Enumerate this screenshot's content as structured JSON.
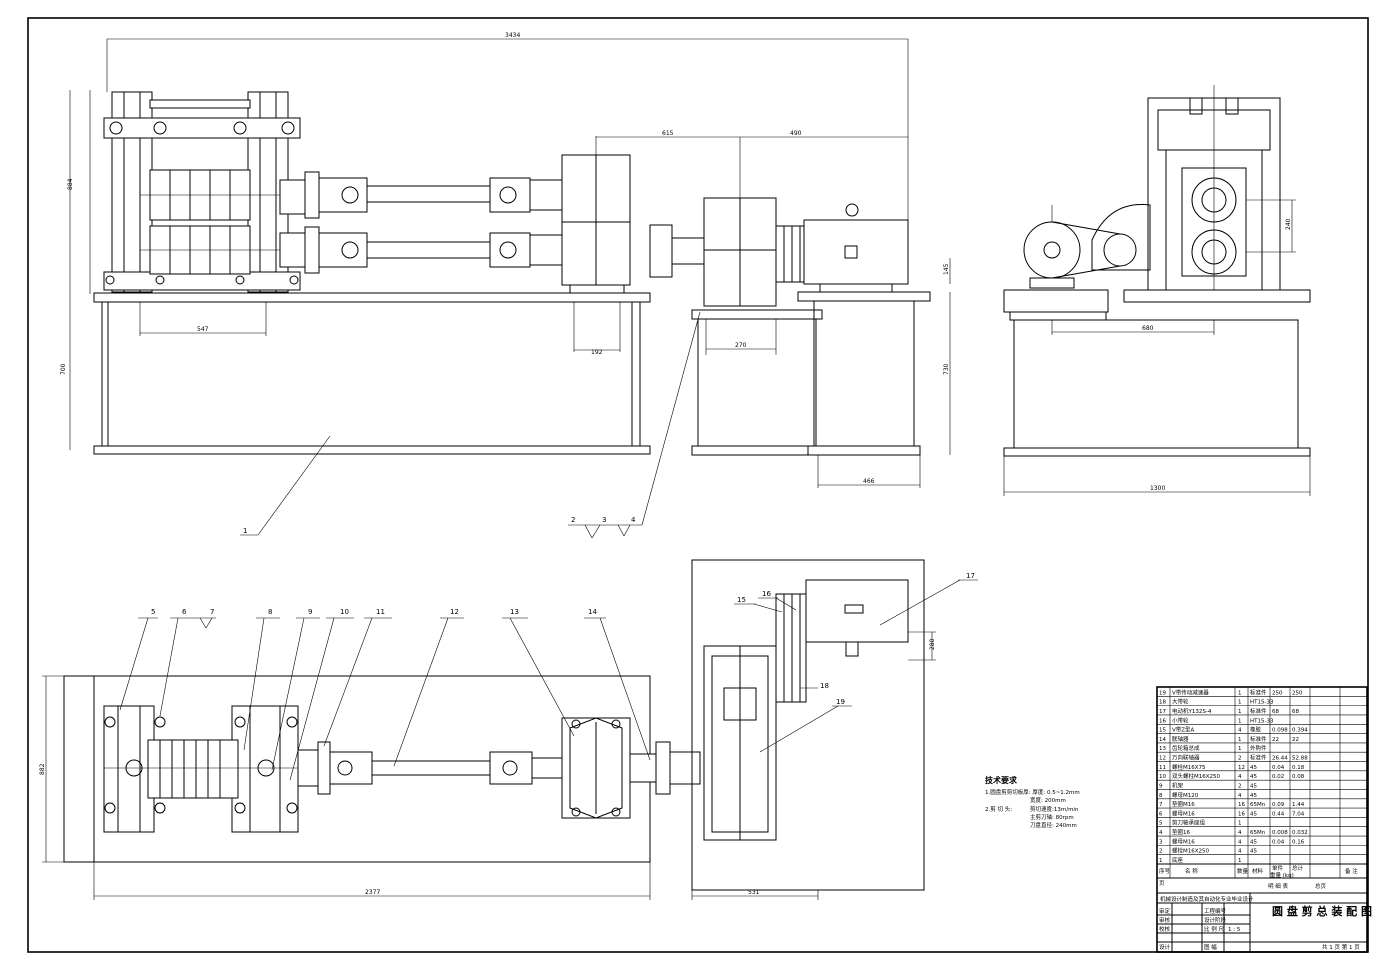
{
  "drawing": {
    "dimensions_front": {
      "overall": "3434",
      "left_height": "884",
      "roll_span": "547",
      "frame_h": "700",
      "shaft_a": "615",
      "shaft_b": "490",
      "gear_w": "192",
      "reducer_w": "270",
      "motor_h": "145",
      "stand_h": "730",
      "motor_base": "466"
    },
    "dimensions_side": {
      "width": "1300",
      "center": "680",
      "roll_gap": "240"
    },
    "dimensions_plan": {
      "length": "2377",
      "depth": "882",
      "motor_plate": "531",
      "motor_off": "280"
    },
    "balloons_front": [
      "1",
      "2",
      "3",
      "4"
    ],
    "balloons_plan": [
      "5",
      "6",
      "7",
      "8",
      "9",
      "10",
      "11",
      "12",
      "13",
      "14",
      "15",
      "16",
      "17",
      "18",
      "19"
    ]
  },
  "notes": {
    "title": "技术要求",
    "line1": "1.圆盘剪剪切板厚: 厚度: 0.5~1.2mm",
    "line2": "宽度: 200mm",
    "line3": "2.剪 切 头:",
    "line4": "剪切速度:13m/min",
    "line5": "主剪刀轴: 80rpm",
    "line6": "刀盘直径: 240mm"
  },
  "bom": {
    "rows": [
      [
        "19",
        "V带传动减速器",
        "1",
        "标准件",
        "250",
        "250",
        ""
      ],
      [
        "18",
        "大带轮",
        "1",
        "HT15-33",
        "",
        "",
        ""
      ],
      [
        "17",
        "电动机Y132S-4",
        "1",
        "标准件",
        "68",
        "68",
        ""
      ],
      [
        "16",
        "小带轮",
        "1",
        "HT15-33",
        "",
        "",
        ""
      ],
      [
        "15",
        "V带Z型A",
        "4",
        "橡胶",
        "0.098",
        "0.394",
        ""
      ],
      [
        "14",
        "联轴器",
        "1",
        "标准件",
        "22",
        "22",
        ""
      ],
      [
        "13",
        "齿轮箱总成",
        "1",
        "外购件",
        "",
        "",
        ""
      ],
      [
        "12",
        "万向联轴器",
        "2",
        "标准件",
        "26.44",
        "52.88",
        ""
      ],
      [
        "11",
        "螺栓M16X75",
        "12",
        "45",
        "0.04",
        "0.18",
        ""
      ],
      [
        "10",
        "双头螺柱M16X250",
        "4",
        "45",
        "0.02",
        "0.08",
        ""
      ],
      [
        "9",
        "机架",
        "2",
        "45",
        "",
        "",
        ""
      ],
      [
        "8",
        "螺母M120",
        "4",
        "45",
        "",
        "",
        ""
      ],
      [
        "7",
        "垫圈M16",
        "16",
        "65Mn",
        "0.09",
        "1.44",
        ""
      ],
      [
        "6",
        "螺母M16",
        "16",
        "45",
        "0.44",
        "7.04",
        ""
      ],
      [
        "5",
        "剪刀轴承座组",
        "1",
        "",
        "",
        "",
        ""
      ],
      [
        "4",
        "垫圈16",
        "4",
        "65Mn",
        "0.008",
        "0.032",
        ""
      ],
      [
        "3",
        "螺母M16",
        "4",
        "45",
        "0.04",
        "0.16",
        ""
      ],
      [
        "2",
        "螺栓M16X250",
        "4",
        "45",
        "",
        "",
        ""
      ],
      [
        "1",
        "底座",
        "1",
        "",
        "",
        "",
        ""
      ]
    ],
    "header": [
      "序号",
      "名 称",
      "数量",
      "材料",
      "单件",
      "总计",
      "备 注"
    ],
    "header2": "重量 (kg)",
    "subhdr": "明 细 表",
    "subhdr_l": "页",
    "subhdr_r": "总页"
  },
  "titleblock": {
    "school": "机械设计制造及其自动化专业毕业设计",
    "title": "圆 盘 剪 总 装 配 图",
    "row1": [
      "审定",
      "工程编号"
    ],
    "row2": [
      "审核",
      "设计阶段"
    ],
    "row3": [
      "校核",
      "比 例 尺",
      "1 : 5"
    ],
    "row4": [
      "设计",
      "图 幅",
      "",
      "共 1 页 第 1 页"
    ]
  }
}
